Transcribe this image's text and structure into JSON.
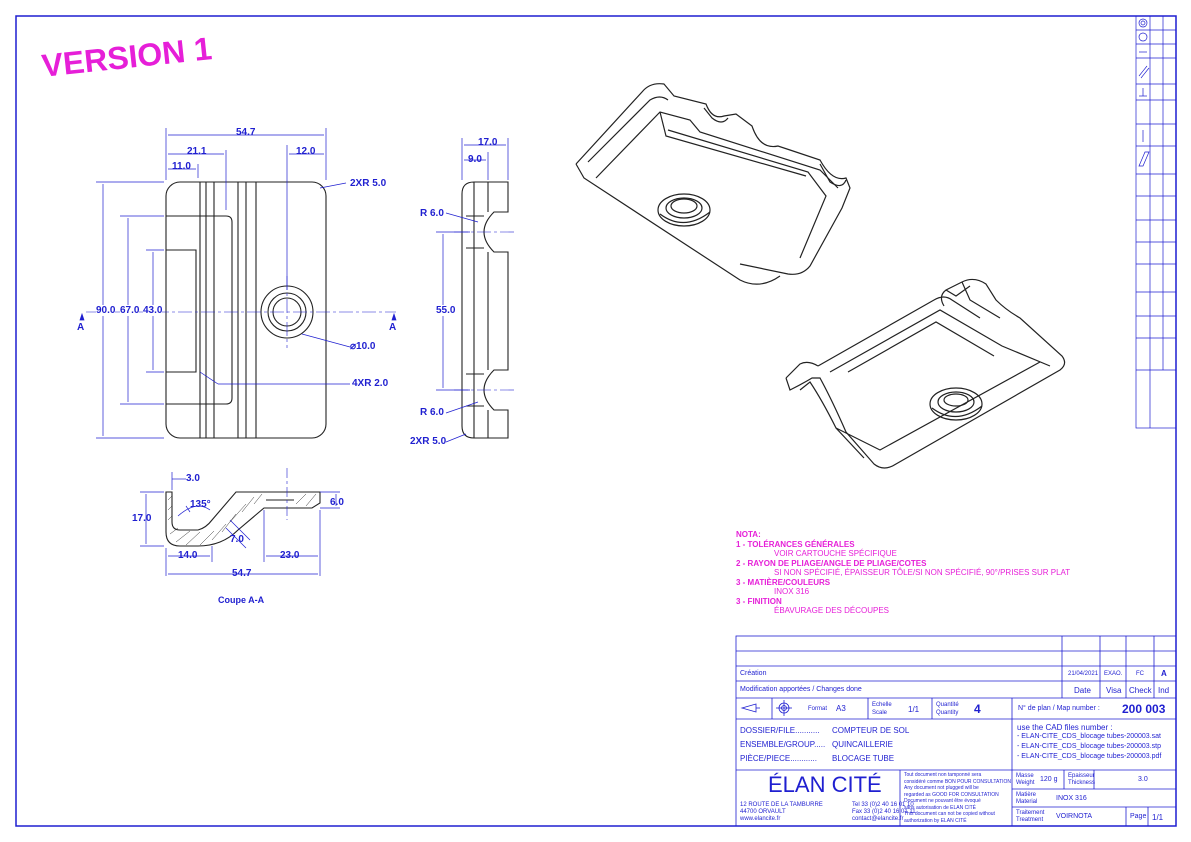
{
  "version_label": "VERSION 1",
  "front_view": {
    "dims": {
      "w_total": "54.7",
      "w_21": "21.1",
      "w_11": "11.0",
      "w_12": "12.0",
      "corner_r": "2XR 5.0",
      "h_90": "90.0",
      "h_67": "67.0",
      "h_43": "43.0",
      "hole_dia": "⌀10.0",
      "fillet": "4XR 2.0"
    },
    "section_mark": "A"
  },
  "side_view": {
    "dims": {
      "w_17": "17.0",
      "w_9": "9.0",
      "r_top": "R 6.0",
      "h_55": "55.0",
      "r_bottom": "R 6.0",
      "corner_r": "2XR 5.0"
    }
  },
  "section_view": {
    "dims": {
      "t_3": "3.0",
      "h_17": "17.0",
      "angle": "135°",
      "d_7": "7.0",
      "d_6": "6.0",
      "d_14": "14.0",
      "d_23": "23.0",
      "w_total": "54.7"
    },
    "caption": "Coupe A-A"
  },
  "notes": {
    "title": "NOTA:",
    "items": [
      {
        "heading": "1 - TOLÉRANCES GÉNÉRALES",
        "text": "VOIR CARTOUCHE SPÉCIFIQUE"
      },
      {
        "heading": "2 - RAYON DE PLIAGE/ANGLE DE PLIAGE/COTES",
        "text": "SI NON SPÉCIFIÉ, ÉPAISSEUR TÔLE/SI NON SPÉCIFIÉ, 90°/PRISES SUR PLAT"
      },
      {
        "heading": "3 - MATIÈRE/COULEURS",
        "text": "INOX 316"
      },
      {
        "heading": "3 - FINITION",
        "text": "ÉBAVURAGE DES DÉCOUPES"
      }
    ]
  },
  "title_block": {
    "creation": "Création",
    "date_value": "21/04/2021",
    "drawn_by": "EXAO.",
    "checked_by": "FC",
    "rev": "A",
    "modif_label": "Modification apportées / Changes done",
    "col_date": "Date",
    "col_visa": "Visa",
    "col_check": "Check",
    "col_ind": "Ind",
    "format_label": "Format",
    "format_value": "A3",
    "scale_label_fr": "Echelle",
    "scale_label_en": "Scale",
    "scale_value": "1/1",
    "qty_label_fr": "Quantité",
    "qty_label_en": "Quantity",
    "qty_value": "4",
    "plan_label": "N° de plan / Map number :",
    "plan_number": "200 003",
    "dossier_label": "DOSSIER/FILE...........",
    "dossier_value": "COMPTEUR DE SOL",
    "ensemble_label": "ENSEMBLE/GROUP.....",
    "ensemble_value": "QUINCAILLERIE",
    "piece_label": "PIÈCE/PIECE............",
    "piece_value": "BLOCAGE TUBE",
    "cad_title": "use the CAD files number :",
    "cad_files": [
      "- ELAN-CITE_CDS_blocage tubes-200003.sat",
      "- ELAN-CITE_CDS_blocage tubes-200003.stp",
      "- ELAN-CITE_CDS_blocage tubes-200003.pdf"
    ],
    "company": "ÉLAN CITÉ",
    "address": [
      "12 ROUTE DE LA TAMBURRE",
      "44700 ORVAULT",
      "www.elancite.fr"
    ],
    "contact": [
      "Tel 33 (0)2 40 16 01 10",
      "Fax 33 (0)2 40 16 01 11",
      "contact@elancite.fr"
    ],
    "disclaimer": [
      "Tout document non tamponné sera",
      "considéré comme BON POUR CONSULTATION",
      "Any document not plugged will be",
      "regarded as GOOD FOR CONSULTATION",
      "Document ne pouvant être évoqué",
      "sans autorisation de ELAN CITÉ",
      "This document can not be copied without",
      "authorization by ELAN CITÉ"
    ],
    "masse_label": [
      "Masse",
      "Weight"
    ],
    "masse_value": "120 g",
    "epaisseur_label": [
      "Epaisseur",
      "Thickness"
    ],
    "epaisseur_value": "3.0",
    "matiere_label": [
      "Matière",
      "Material"
    ],
    "matiere_value": "INOX 316",
    "traitement_label": [
      "Traitement",
      "Treatment"
    ],
    "traitement_value": "VOIRNOTA",
    "page_label": "Page",
    "page_value": "1/1"
  },
  "colors": {
    "line": "#1f1fd0",
    "accent": "#e61fd8",
    "drawing": "#222222"
  }
}
